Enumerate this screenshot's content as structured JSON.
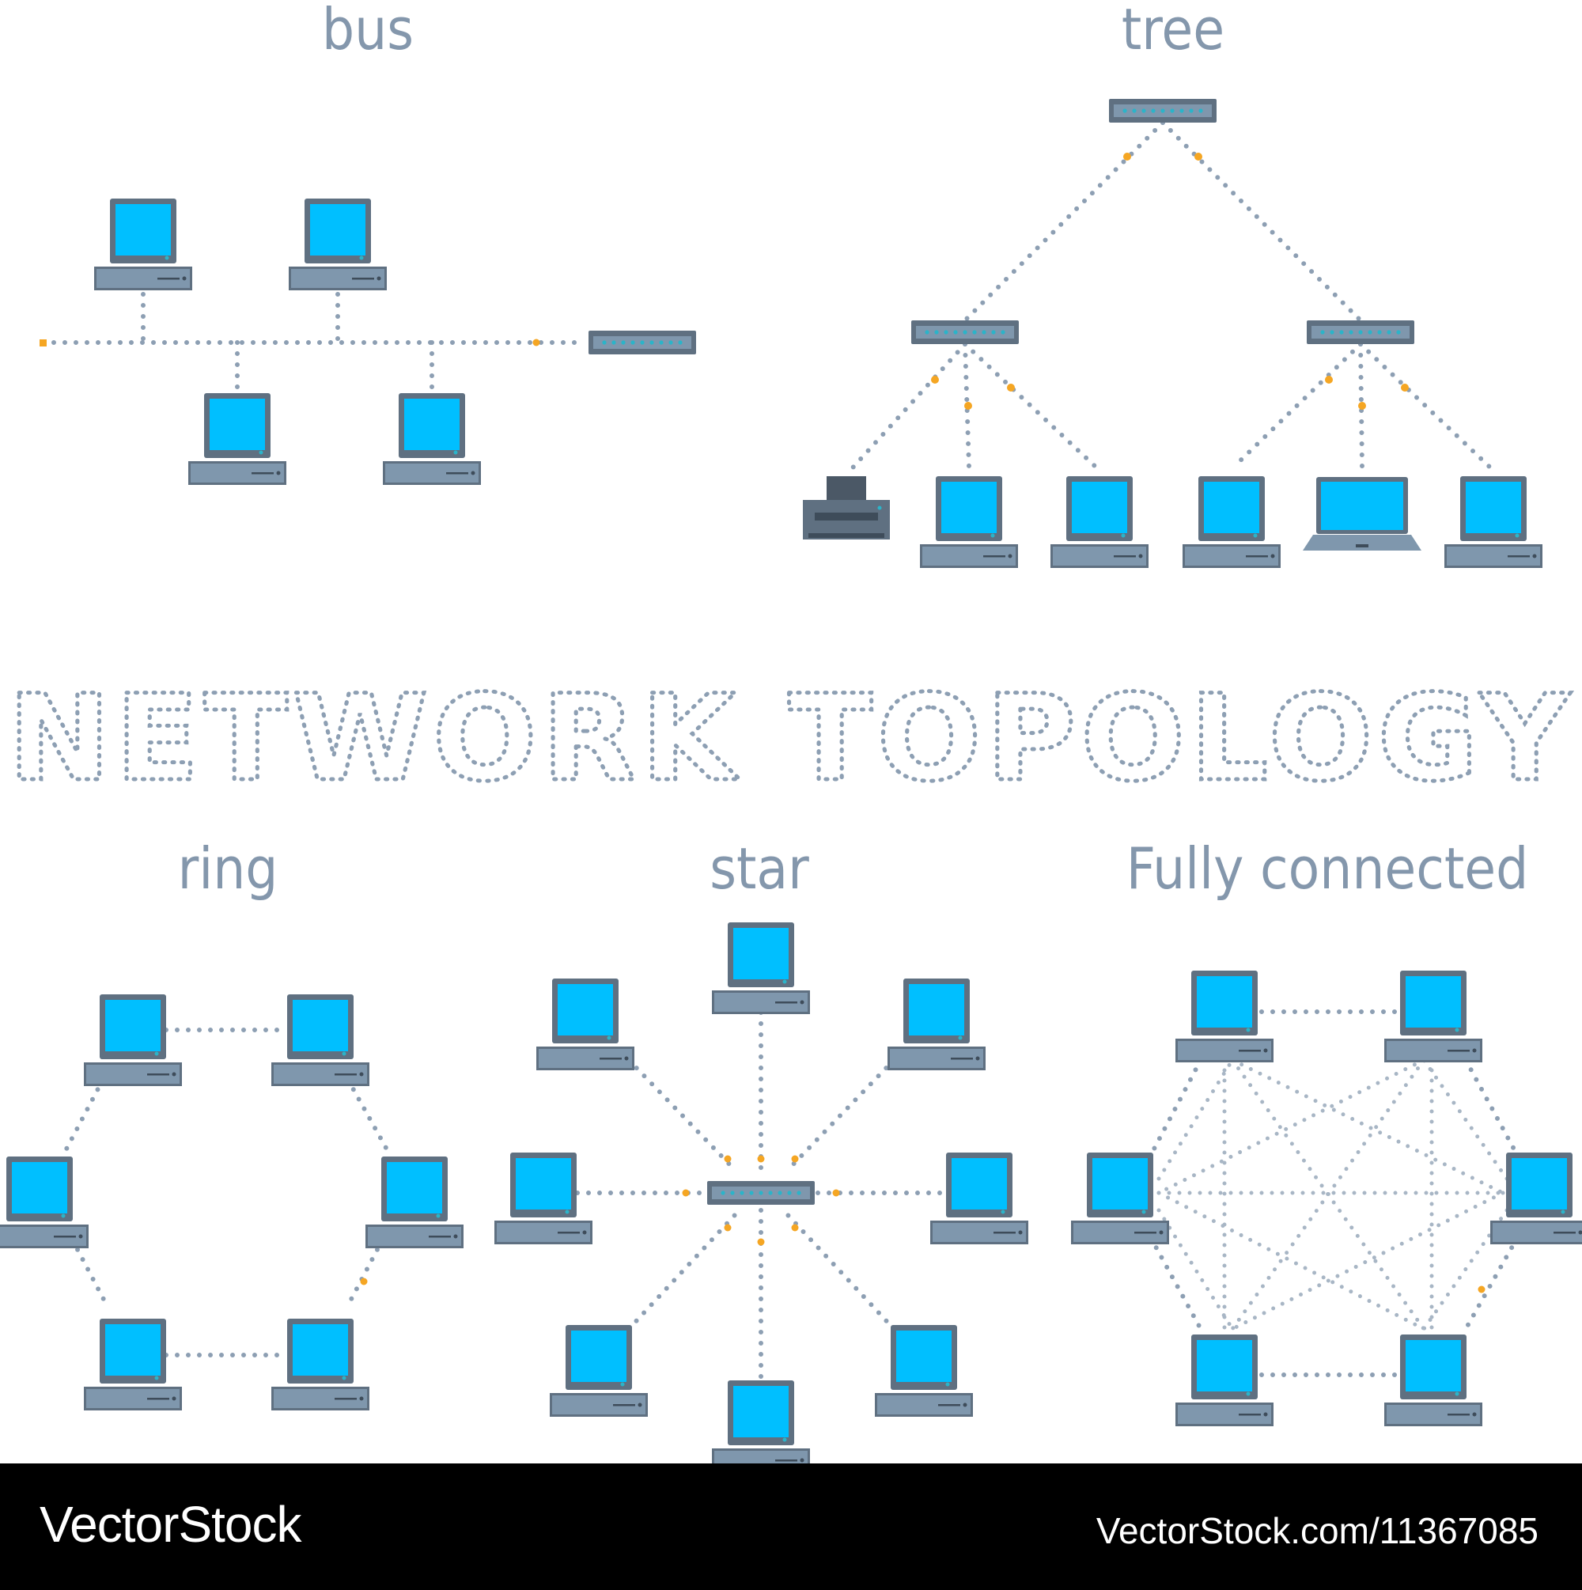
{
  "headline": "NETWORK TOPOLOGY",
  "sections": {
    "bus": "bus",
    "tree": "tree",
    "ring": "ring",
    "star": "star",
    "full": "Fully connected"
  },
  "footer": {
    "brand": "VectorStock",
    "url": "VectorStock.com/11367085"
  },
  "colors": {
    "screen": "#00bfff",
    "device": "#5f7081",
    "case": "#7f97ad",
    "line": "#8d9fb3",
    "accent": "#f5a623",
    "label": "#8497ac"
  },
  "icons": [
    "desktop-computer-icon",
    "network-switch-icon",
    "printer-icon",
    "laptop-icon"
  ]
}
